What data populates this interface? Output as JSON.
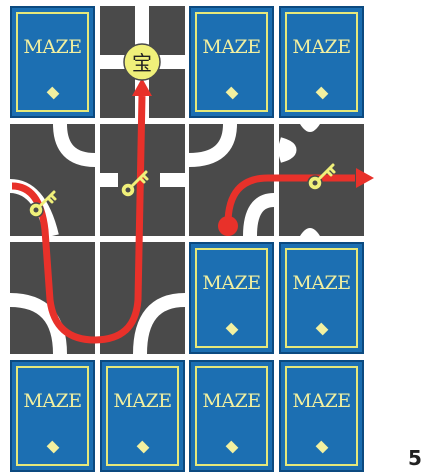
{
  "card_back": {
    "label": "MAZE"
  },
  "treasure": {
    "glyph": "宝"
  },
  "page": {
    "number": "5"
  },
  "colors": {
    "road": "#4a4a4a",
    "path": "#e8312a",
    "card": "#1c6fb2",
    "card_text": "#f2f0a0",
    "treasure": "#f0f07a"
  },
  "tiles": [
    {
      "id": "r1c1",
      "type": "card-back"
    },
    {
      "id": "r1c2",
      "type": "road-straight-vertical",
      "feature": "treasure"
    },
    {
      "id": "r1c3",
      "type": "card-back"
    },
    {
      "id": "r1c4",
      "type": "card-back"
    },
    {
      "id": "r2c1",
      "type": "road-curve",
      "feature": "key"
    },
    {
      "id": "r2c2",
      "type": "road-tee",
      "feature": "key"
    },
    {
      "id": "r2c3",
      "type": "road-curve",
      "feature": "path-start"
    },
    {
      "id": "r2c4",
      "type": "road-straight-horizontal",
      "feature": "key"
    },
    {
      "id": "r3c1",
      "type": "road-curve"
    },
    {
      "id": "r3c2",
      "type": "road-curve"
    },
    {
      "id": "r3c3",
      "type": "card-back"
    },
    {
      "id": "r3c4",
      "type": "card-back"
    },
    {
      "id": "r4c1",
      "type": "card-back"
    },
    {
      "id": "r4c2",
      "type": "card-back"
    },
    {
      "id": "r4c3",
      "type": "card-back"
    },
    {
      "id": "r4c4",
      "type": "card-back"
    }
  ]
}
